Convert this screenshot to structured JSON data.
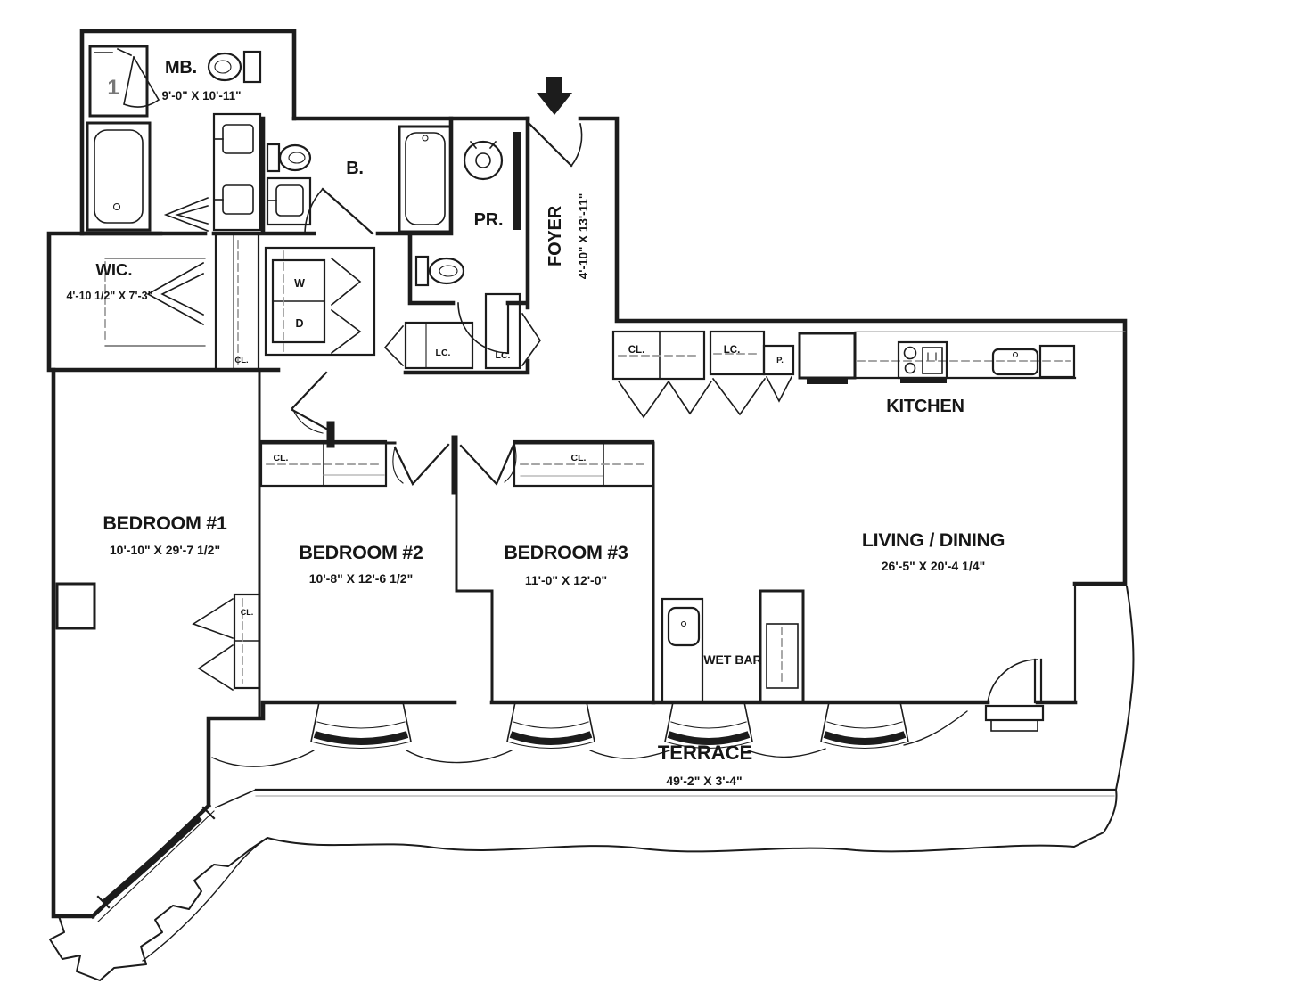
{
  "colors": {
    "line": "#1c1c1c",
    "muted": "#9a9a9a",
    "background": "#ffffff"
  },
  "rooms": {
    "master_bath": {
      "label": "MB.",
      "dims": "9'-0\" X 10'-11\""
    },
    "bath": {
      "label": "B."
    },
    "powder_room": {
      "label": "PR."
    },
    "foyer": {
      "label": "FOYER",
      "dims": "4'-10\" X 13'-11\""
    },
    "walk_in_closet": {
      "label": "WIC.",
      "dims": "4'-10 1/2\" X 7'-3\""
    },
    "kitchen": {
      "label": "KITCHEN"
    },
    "bedroom_1": {
      "label": "BEDROOM #1",
      "dims": "10'-10\" X 29'-7 1/2\""
    },
    "bedroom_2": {
      "label": "BEDROOM #2",
      "dims": "10'-8\" X 12'-6 1/2\""
    },
    "bedroom_3": {
      "label": "BEDROOM #3",
      "dims": "11'-0\" X 12'-0\""
    },
    "living_dining": {
      "label": "LIVING / DINING",
      "dims": "26'-5\" X 20'-4 1/4\""
    },
    "wet_bar": {
      "label": "WET BAR"
    },
    "terrace": {
      "label": "TERRACE",
      "dims": "49'-2\" X 3'-4\""
    }
  },
  "labels": {
    "closet": "CL.",
    "linen_closet": "LC.",
    "pantry": "P.",
    "washer": "W",
    "dryer": "D",
    "shower_stall": "1"
  }
}
